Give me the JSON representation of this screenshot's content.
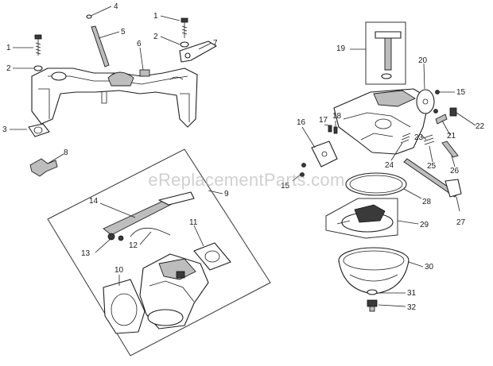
{
  "watermark": "eReplacementParts.com",
  "labels": {
    "p1a": "1",
    "p1b": "1",
    "p2a": "2",
    "p2b": "2",
    "p3": "3",
    "p4": "4",
    "p5": "5",
    "p6": "6",
    "p7": "7",
    "p8": "8",
    "p9": "9",
    "p10": "10",
    "p11": "11",
    "p12": "12",
    "p13": "13",
    "p14": "14",
    "p15a": "15",
    "p15b": "15",
    "p16": "16",
    "p17": "17",
    "p18": "18",
    "p19": "19",
    "p20": "20",
    "p21": "21",
    "p22": "22",
    "p23": "23",
    "p24": "24",
    "p25": "25",
    "p26": "26",
    "p27": "27",
    "p28": "28",
    "p29": "29",
    "p30": "30",
    "p31": "31",
    "p32": "32"
  }
}
